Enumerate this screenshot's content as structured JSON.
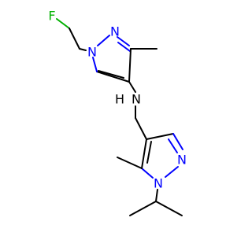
{
  "molecule": {
    "atoms": {
      "fluorine": {
        "label": "F",
        "color": "#00b000"
      },
      "n1_top": {
        "label": "N",
        "color": "#0000ff"
      },
      "n2_top": {
        "label": "N",
        "color": "#0000ff"
      },
      "amine_n": {
        "label": "N",
        "color": "#000000"
      },
      "amine_h": {
        "label": "H",
        "color": "#000000"
      },
      "n1_bottom": {
        "label": "N",
        "color": "#0000ff"
      },
      "n2_bottom": {
        "label": "N",
        "color": "#0000ff"
      }
    }
  }
}
